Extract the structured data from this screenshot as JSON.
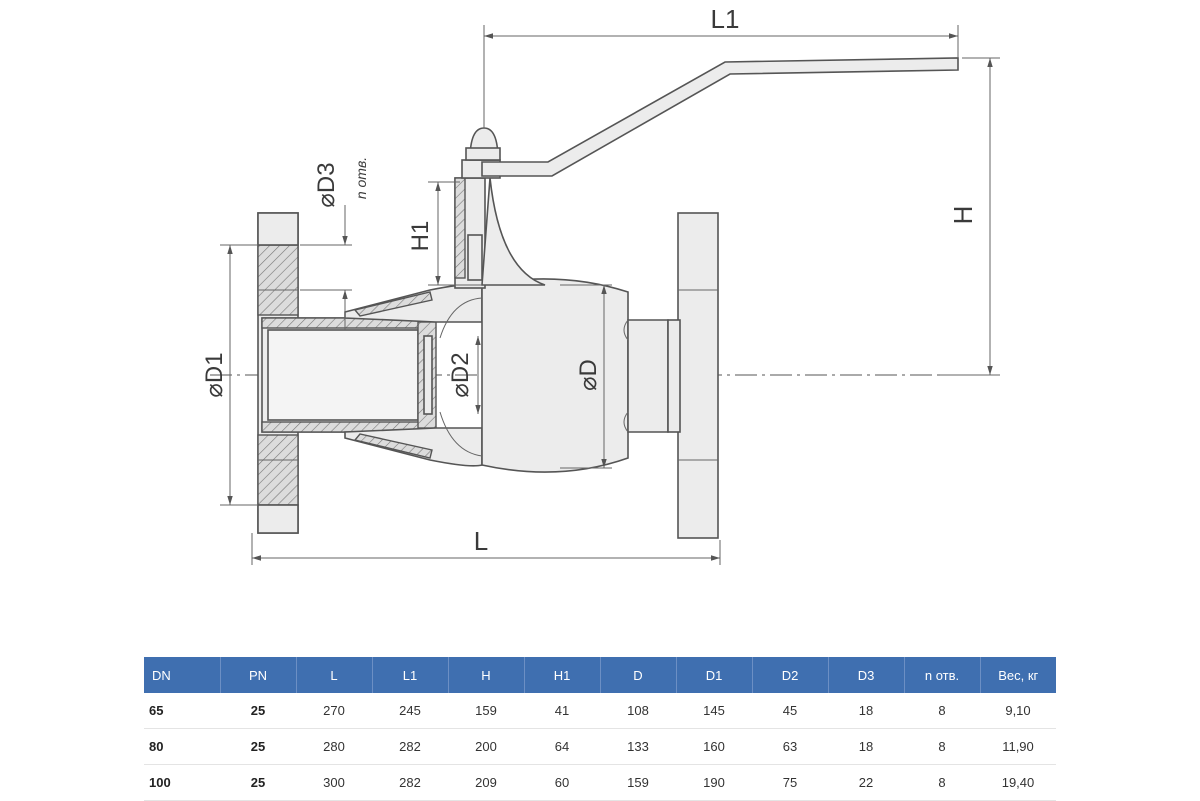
{
  "drawing": {
    "dimension_labels": {
      "L": "L",
      "L1": "L1",
      "H": "H",
      "H1": "H1",
      "D": "⌀D",
      "D1": "⌀D1",
      "D2": "⌀D2",
      "D3": "⌀D3",
      "n_holes": "n отв."
    }
  },
  "table": {
    "headers": [
      "DN",
      "PN",
      "L",
      "L1",
      "H",
      "H1",
      "D",
      "D1",
      "D2",
      "D3",
      "n отв.",
      "Вес, кг"
    ],
    "rows": [
      [
        "65",
        "25",
        "270",
        "245",
        "159",
        "41",
        "108",
        "145",
        "45",
        "18",
        "8",
        "9,10"
      ],
      [
        "80",
        "25",
        "280",
        "282",
        "200",
        "64",
        "133",
        "160",
        "63",
        "18",
        "8",
        "11,90"
      ],
      [
        "100",
        "25",
        "300",
        "282",
        "209",
        "60",
        "159",
        "190",
        "75",
        "22",
        "8",
        "19,40"
      ]
    ]
  },
  "colors": {
    "header_bg": "#3f6fb0",
    "header_text": "#ffffff",
    "line": "#555555"
  }
}
